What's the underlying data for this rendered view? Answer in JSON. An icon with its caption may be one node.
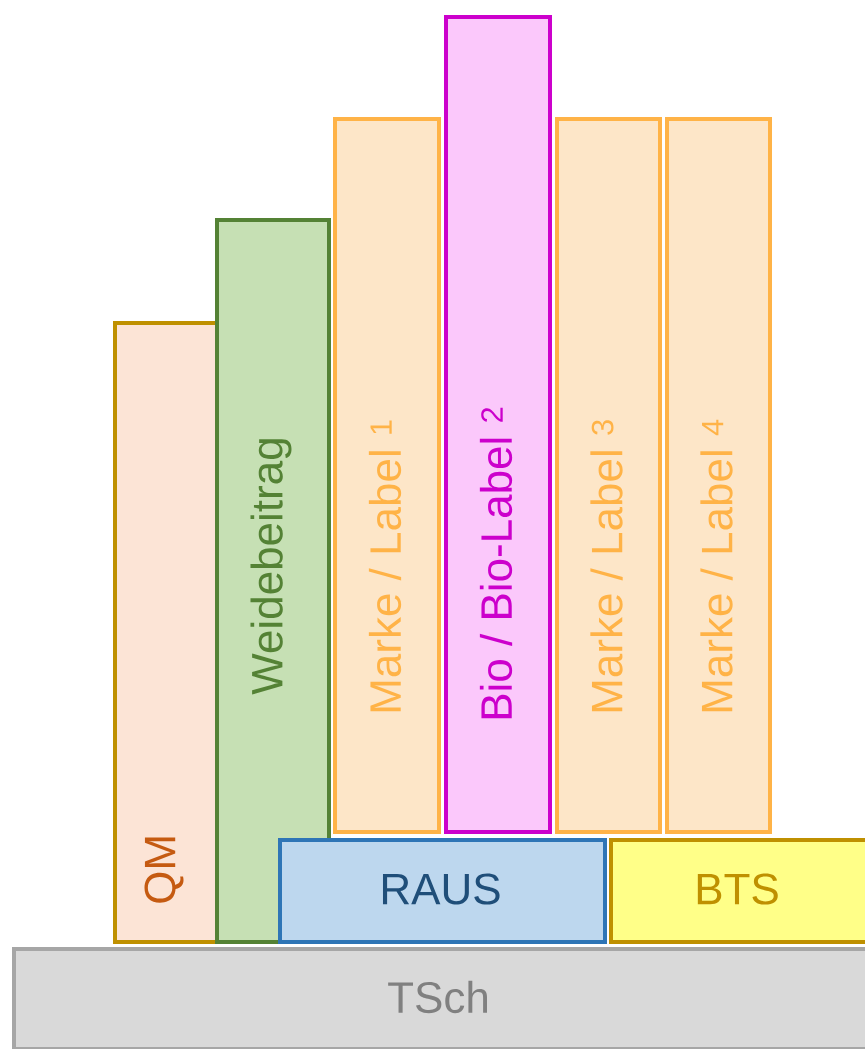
{
  "diagram": {
    "nodes": [
      {
        "text": [
          "QM"
        ]
      },
      {
        "text": [
          "Weidebeitrag"
        ]
      },
      {
        "text": [
          "Marke / Label $^{1}$"
        ]
      },
      {
        "text": [
          "Bio / Bio-Label $^{2}$"
        ]
      },
      {
        "text": [
          "Marke / Label $^{3}$"
        ]
      },
      {
        "text": [
          "Marke / Label $^{4}$"
        ]
      },
      {
        "text": [
          "RAUS"
        ]
      },
      {
        "text": [
          "BTS"
        ]
      },
      {
        "text": [
          "TSch"
        ]
      }
    ]
  }
}
